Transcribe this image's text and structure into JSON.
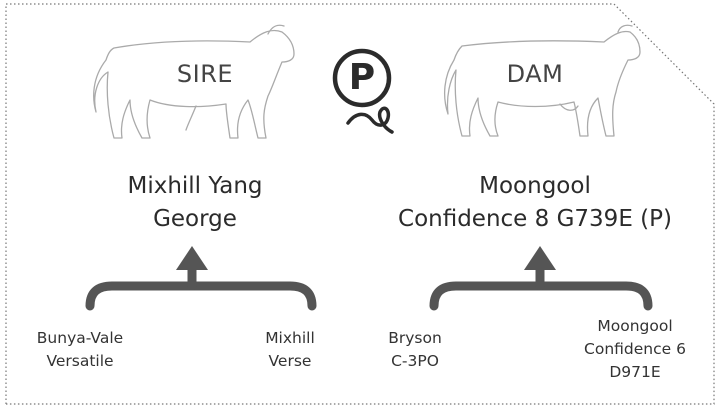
{
  "sire": {
    "label": "SIRE",
    "name_line1": "Mixhill Yang",
    "name_line2": "George",
    "parents": [
      {
        "line1": "Bunya-Vale",
        "line2": "Versatile"
      },
      {
        "line1": "Mixhill",
        "line2": "Verse"
      }
    ]
  },
  "dam": {
    "label": "DAM",
    "name_line1": "Moongool",
    "name_line2": "Confidence 8 G739E (P)",
    "parents": [
      {
        "line1": "Bryson",
        "line2": "C-3PO",
        "line3": ""
      },
      {
        "line1": "Moongool",
        "line2": "Confidence 6",
        "line3": "D971E"
      }
    ]
  },
  "poll_symbol": "P",
  "colors": {
    "arrow": "#555555",
    "outline": "#aaaaaa",
    "border": "#777777",
    "symbol": "#2b2b2b"
  }
}
